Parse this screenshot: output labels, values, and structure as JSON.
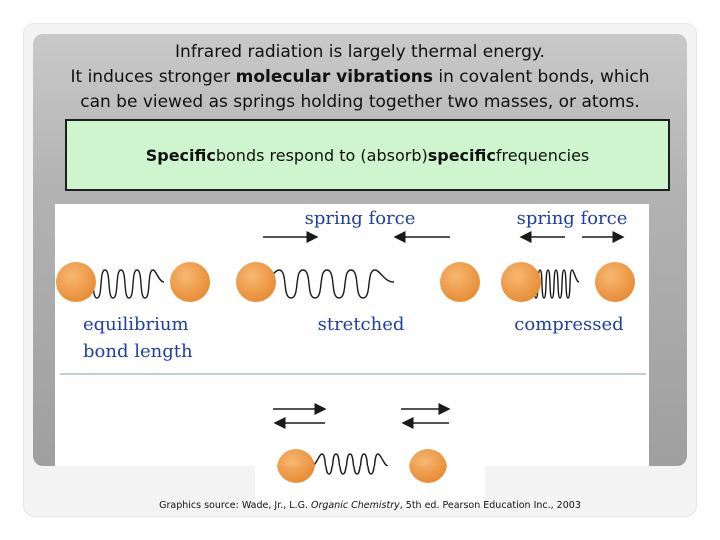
{
  "title": {
    "line1": "Infrared radiation is largely thermal energy.",
    "line2_pre": "It induces stronger ",
    "line2_bold": "molecular vibrations",
    "line2_post": " in covalent bonds, which",
    "line3": "can be viewed as springs holding together two masses, or atoms."
  },
  "callout": {
    "bold1": "Specific",
    "text1": " bonds respond to (absorb) ",
    "bold2": "specific",
    "text2": " frequencies"
  },
  "figure": {
    "spring_force_label_1": "spring force",
    "spring_force_label_2": "spring force",
    "equilibrium_label_1": "equilibrium",
    "equilibrium_label_2": "bond length",
    "stretched_label": "stretched",
    "compressed_label": "compressed"
  },
  "source": {
    "prefix": "Graphics source: Wade, Jr., L.G. ",
    "italic": "Organic Chemistry",
    "suffix": ", 5th ed. Pearson Education Inc., 2003"
  },
  "colors": {
    "atom": "#f0a050",
    "label_blue": "#1f3fa0",
    "callout_bg": "#cff5cf"
  }
}
